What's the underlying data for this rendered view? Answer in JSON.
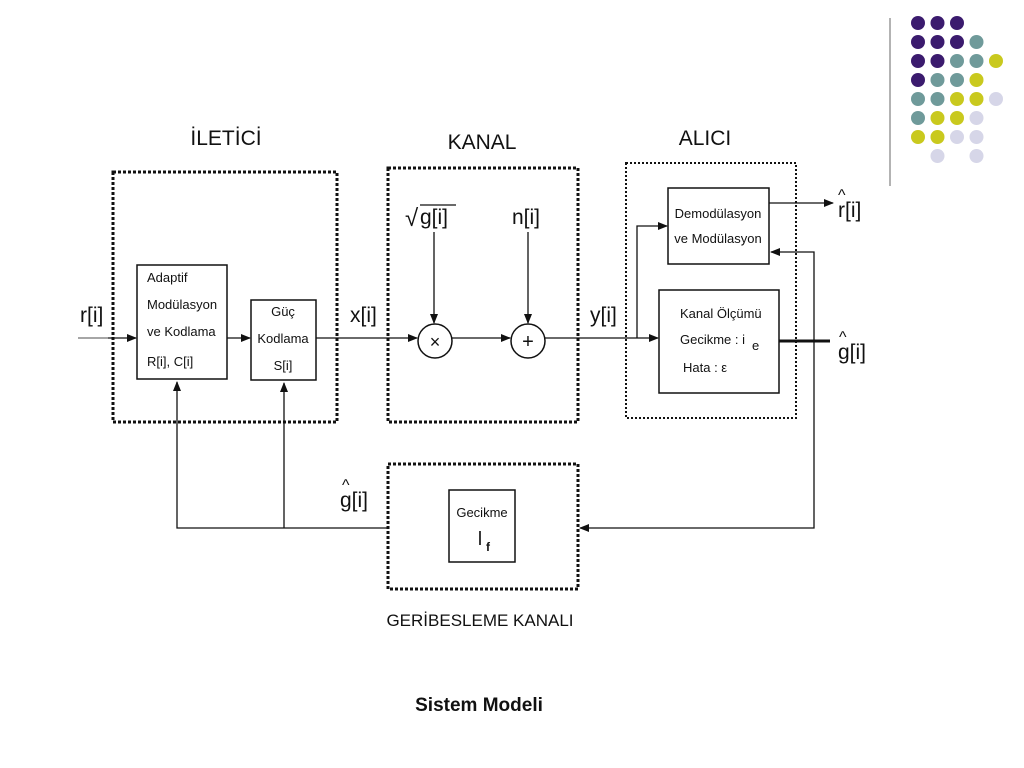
{
  "colors": {
    "purple": "#3b1b6e",
    "teal": "#6f9a9a",
    "olive": "#c9c91e",
    "lavender": "#d6d6e8",
    "line": "#111111",
    "divider": "#9a9a9a"
  },
  "sections": {
    "transmitter": "İLETİCİ",
    "channel": "KANAL",
    "receiver": "ALICI",
    "feedback": "GERİBESLEME KANALI"
  },
  "blocks": {
    "adaptive": [
      "Adaptif",
      "Modülasyon",
      "ve Kodlama",
      "R[i], C[i]"
    ],
    "power": [
      "Güç",
      "Kodlama",
      "S[i]"
    ],
    "demod": [
      "Demodülasyon",
      "ve Modülasyon"
    ],
    "measure": [
      "Kanal Ölçümü",
      "Gecikme : i",
      "Hata : ε"
    ],
    "measure_sub": "e",
    "delay": [
      "Gecikme",
      "l"
    ],
    "delay_sub": "f",
    "multiply": "×",
    "add": "+"
  },
  "signals": {
    "r": "r[i]",
    "x": "x[i]",
    "y": "y[i]",
    "g": "g[i]",
    "n": "n[i]",
    "r_hat": "r[i]",
    "g_hat_out": "g[i]",
    "g_hat_feedback": "g[i]",
    "hat": "^",
    "sqrt": "√"
  },
  "caption": "Sistem Modeli"
}
